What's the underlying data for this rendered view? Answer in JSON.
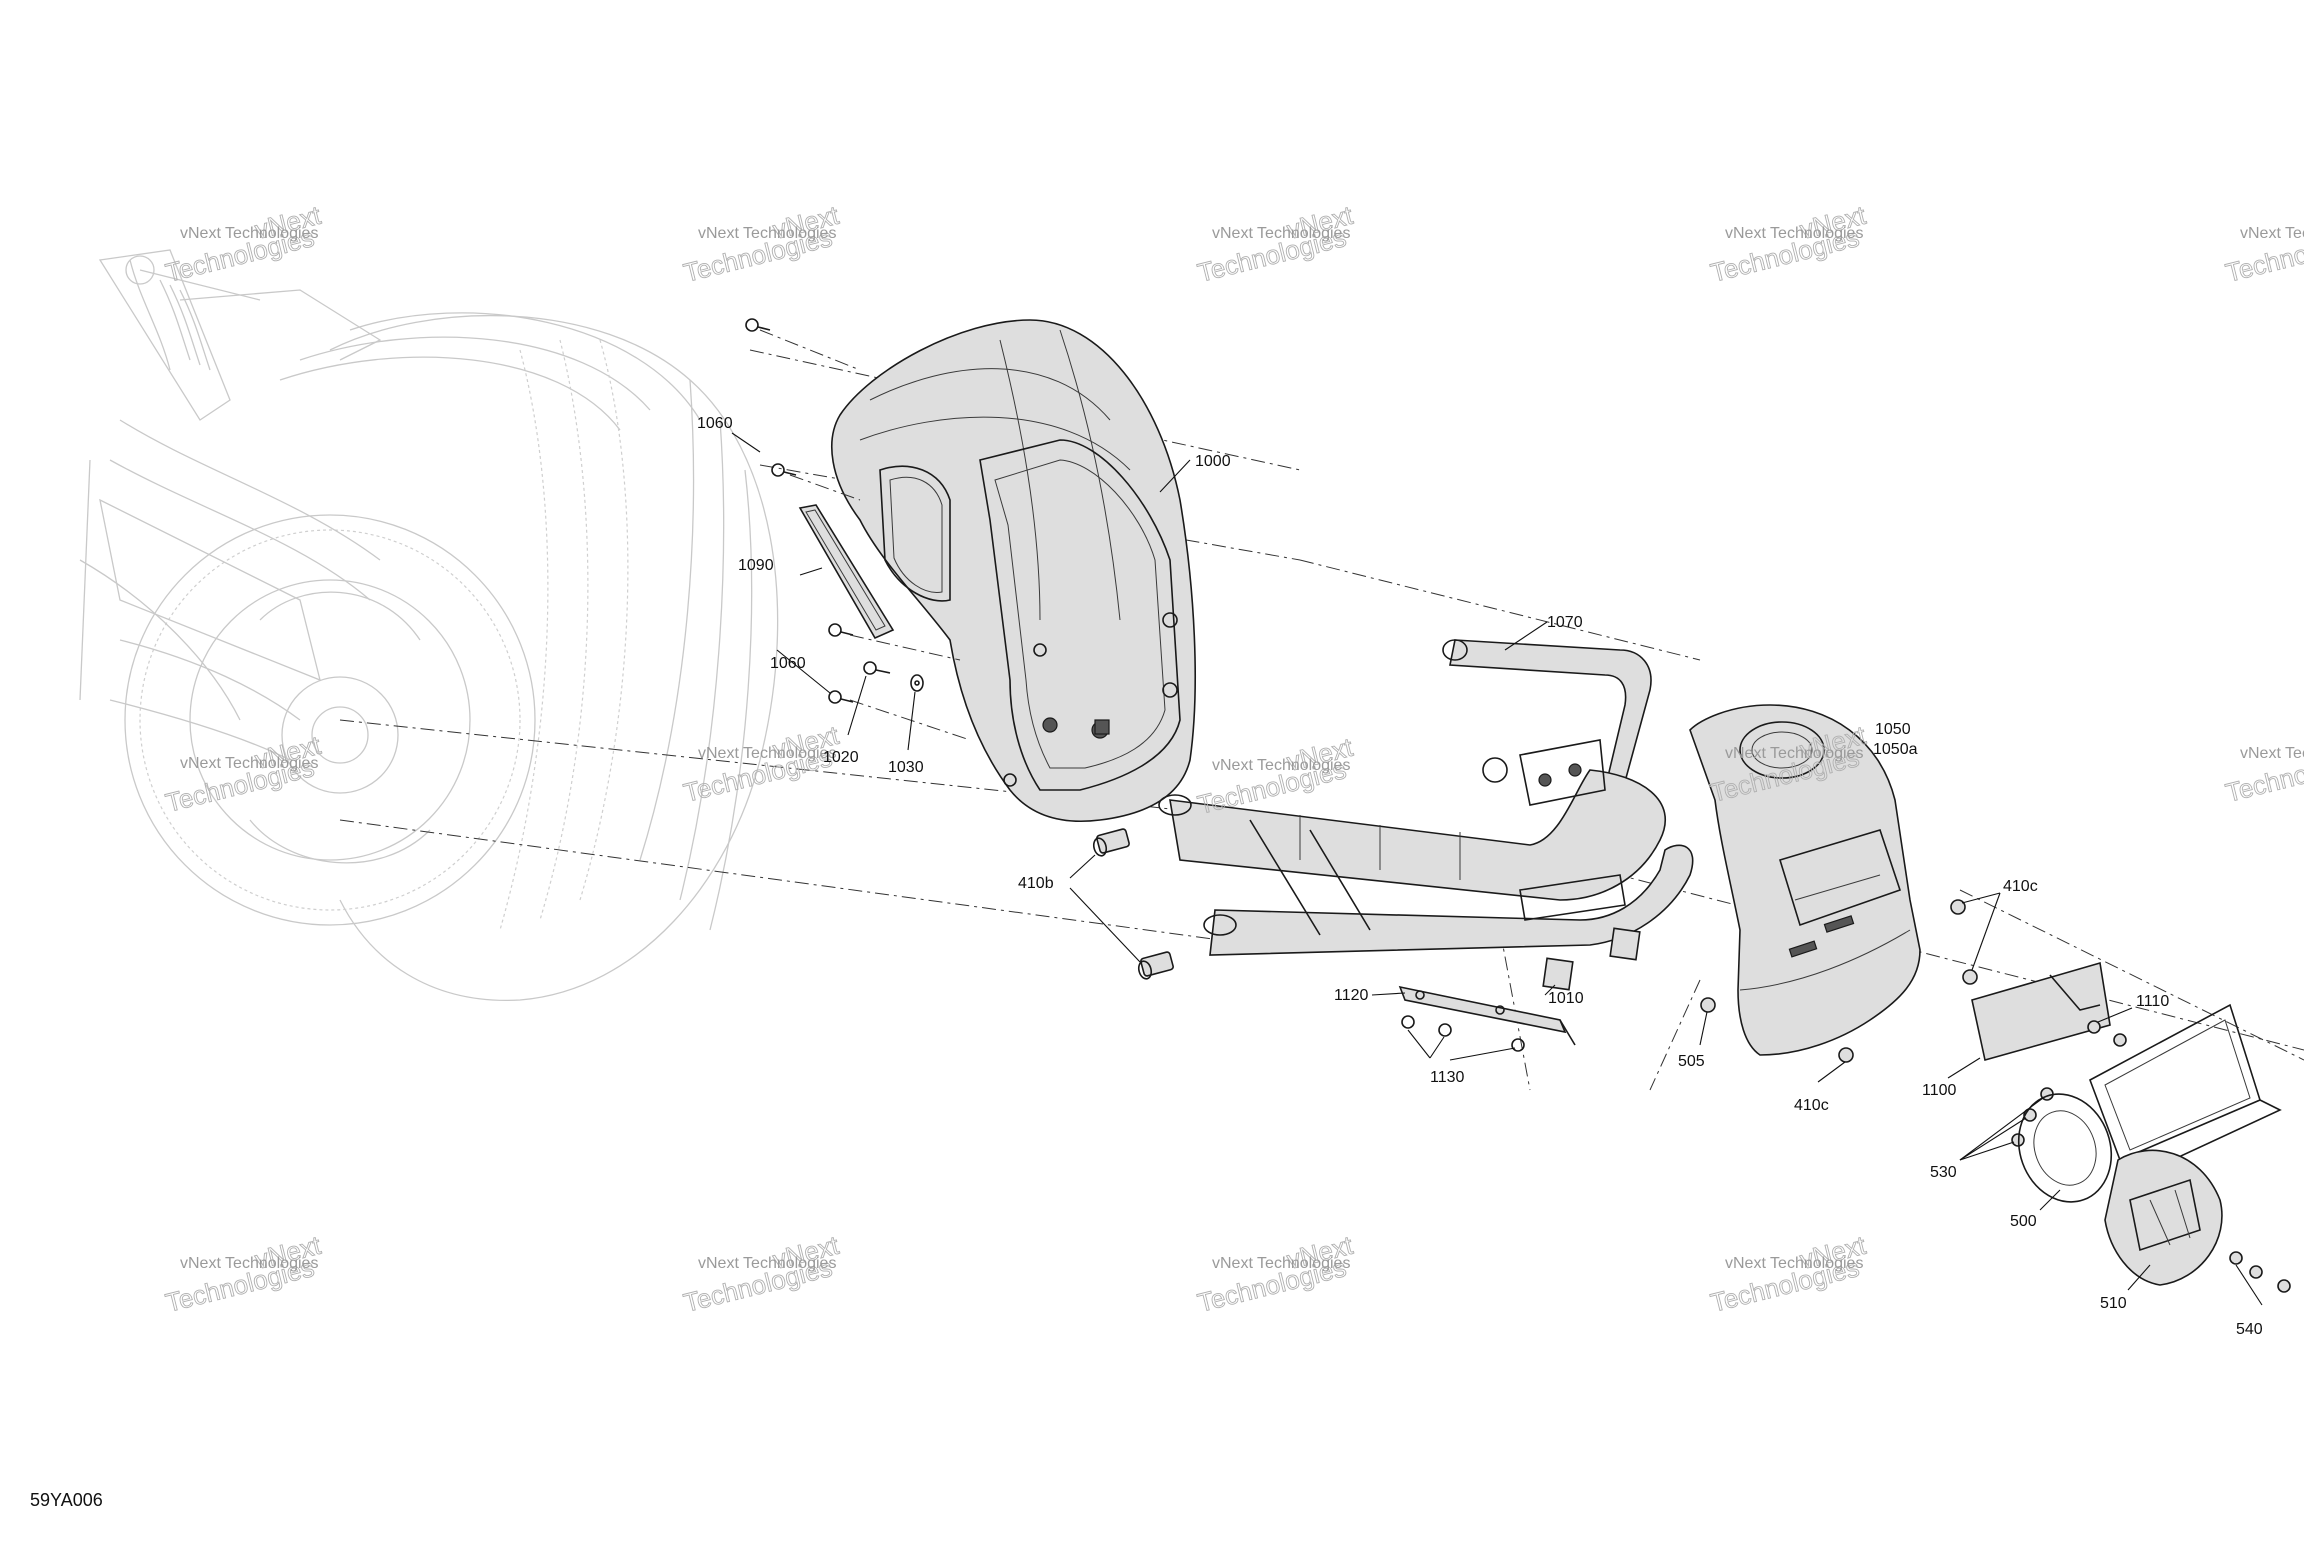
{
  "diagram": {
    "reference_code": "59YA006",
    "watermark": {
      "line1": "vNext Technologies",
      "line2": "Technologies",
      "line3": "vNext"
    },
    "callouts": [
      {
        "id": "c1000",
        "label": "1000"
      },
      {
        "id": "c1060a",
        "label": "1060"
      },
      {
        "id": "c1060b",
        "label": "1060"
      },
      {
        "id": "c1090",
        "label": "1090"
      },
      {
        "id": "c1020",
        "label": "1020"
      },
      {
        "id": "c1030",
        "label": "1030"
      },
      {
        "id": "c1070",
        "label": "1070"
      },
      {
        "id": "c1050",
        "label": "1050"
      },
      {
        "id": "c1050a",
        "label": "1050a"
      },
      {
        "id": "c410b",
        "label": "410b"
      },
      {
        "id": "c410c_top",
        "label": "410c"
      },
      {
        "id": "c410c_bottom",
        "label": "410c"
      },
      {
        "id": "c1120",
        "label": "1120"
      },
      {
        "id": "c1010",
        "label": "1010"
      },
      {
        "id": "c1130",
        "label": "1130"
      },
      {
        "id": "c505",
        "label": "505"
      },
      {
        "id": "c1110",
        "label": "1110"
      },
      {
        "id": "c1100",
        "label": "1100"
      },
      {
        "id": "c530",
        "label": "530"
      },
      {
        "id": "c500",
        "label": "500"
      },
      {
        "id": "c510",
        "label": "510"
      },
      {
        "id": "c540",
        "label": "540"
      }
    ]
  }
}
